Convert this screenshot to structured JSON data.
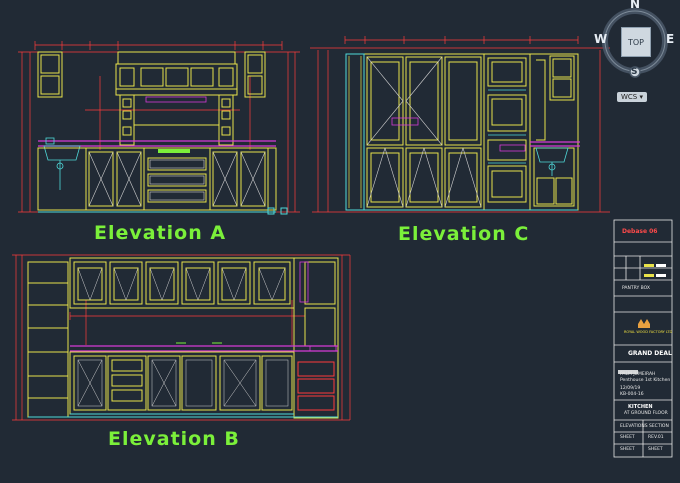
{
  "drawing": {
    "labels": {
      "elevation_a": "Elevation A",
      "elevation_b": "Elevation B",
      "elevation_c": "Elevation C"
    }
  },
  "viewcube": {
    "north": "N",
    "south": "S",
    "east": "E",
    "west": "W",
    "top": "TOP",
    "wcs_label": "WCS"
  },
  "title_block": {
    "drawing_ref": "Debase 06",
    "rows_top": [
      "",
      "",
      "",
      "PANTRY BOX"
    ],
    "company": "ROYAL WOOD FACTORY LTD",
    "project": "GRAND DEAL",
    "client_line1": "PALM JUMEIRAH",
    "client_line2": "Penthouse 1st Kitchen",
    "date_label": "12/09/19",
    "drawing_no": "KB-004-16",
    "sheet_title_1": "KITCHEN",
    "sheet_title_2": "AT GROUND FLOOR",
    "sheet_subtitle": "ELEVATIONS SECTION",
    "fields": [
      "SHEET",
      "REV.01",
      "SHEET",
      "SHEET"
    ]
  },
  "colors": {
    "background": "#212a35",
    "cabinet_outline": "#e8e24a",
    "dimension": "#ff3b3b",
    "counter": "#d63bd6",
    "annotation": "#4fd9d9",
    "label_green": "#7bf03a"
  }
}
